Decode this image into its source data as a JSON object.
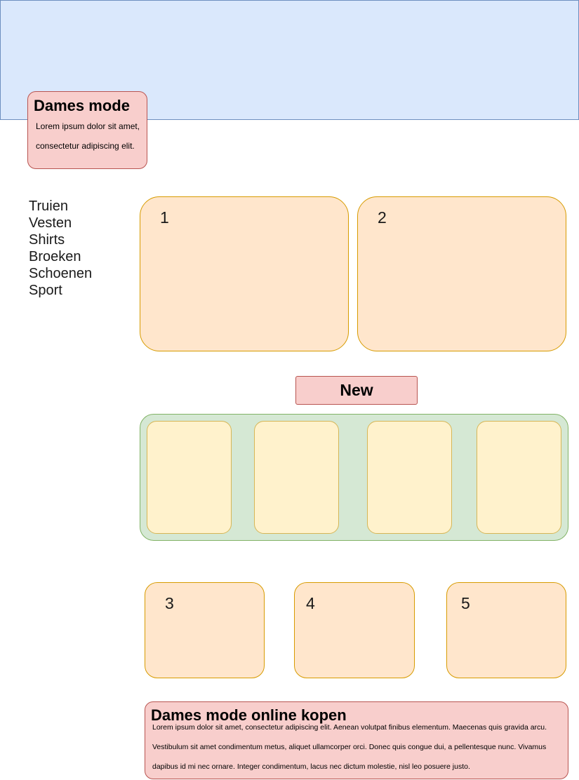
{
  "hero": {
    "title": "Dames mode",
    "text": "Lorem ipsum dolor sit amet, consectetur adipiscing elit."
  },
  "categories": [
    "Truien",
    "Vesten",
    "Shirts",
    "Broeken",
    "Schoenen",
    "Sport"
  ],
  "featured": [
    "1",
    "2"
  ],
  "new_section": {
    "label": "New"
  },
  "secondary": [
    "3",
    "4",
    "5"
  ],
  "footer_text": {
    "title": "Dames mode online kopen",
    "text": "Lorem ipsum dolor sit amet, consectetur adipiscing elit. Aenean volutpat finibus elementum. Maecenas quis gravida arcu. Vestibulum sit amet condimentum metus, aliquet ullamcorper orci. Donec quis congue dui, a pellentesque nunc. Vivamus dapibus id mi nec ornare. Integer condimentum, lacus nec dictum molestie, nisl leo posuere justo."
  },
  "colors": {
    "header_fill": "#dae8fc",
    "header_stroke": "#6c8ebf",
    "pink_fill": "#f8cecc",
    "pink_stroke": "#b85450",
    "peach_fill": "#ffe6cc",
    "peach_stroke": "#d79b00",
    "green_fill": "#d5e8d4",
    "green_stroke": "#82b366",
    "yellow_fill": "#fff2cc",
    "yellow_stroke": "#d6b656"
  }
}
